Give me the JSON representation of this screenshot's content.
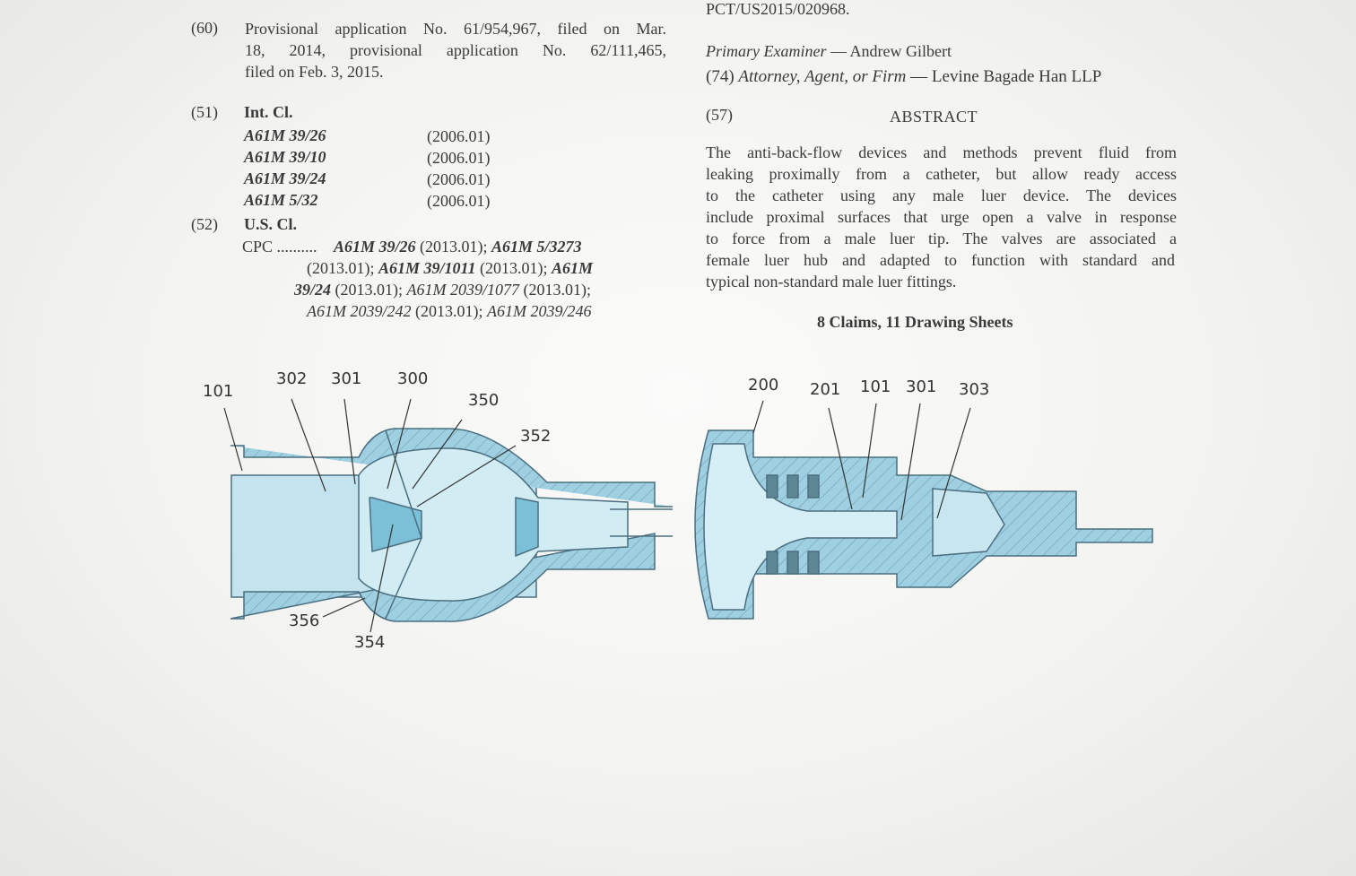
{
  "left_column": {
    "provisional": {
      "code": "(60)",
      "lines": [
        "Provisional application No. 61/954,967, filed on Mar.",
        "18, 2014, provisional application No. 62/111,465,",
        "filed on Feb. 3, 2015."
      ]
    },
    "int_cl": {
      "code": "(51)",
      "heading": "Int. Cl.",
      "entries": [
        {
          "class": "A61M 39/26",
          "version": "(2006.01)"
        },
        {
          "class": "A61M 39/10",
          "version": "(2006.01)"
        },
        {
          "class": "A61M 39/24",
          "version": "(2006.01)"
        },
        {
          "class": "A61M 5/32",
          "version": "(2006.01)"
        }
      ]
    },
    "us_cl": {
      "code": "(52)",
      "heading": "U.S. Cl.",
      "cpc_label": "CPC ..........",
      "cpc": [
        {
          "class": "A61M 39/26",
          "version": "(2013.01);"
        },
        {
          "class": "A61M 5/3273",
          "version": "(2013.01);"
        },
        {
          "class": "A61M 39/1011",
          "version": "(2013.01);"
        },
        {
          "class": "A61M 39/24",
          "version": "(2013.01);"
        },
        {
          "class": "A61M 2039/1077",
          "version": "(2013.01);"
        },
        {
          "class": "A61M 2039/242",
          "version": "(2013.01);"
        },
        {
          "class": "A61M 2039/246",
          "version": ""
        }
      ]
    }
  },
  "right_column": {
    "pct": "PCT/US2015/020968.",
    "examiner_label": "Primary Examiner",
    "examiner": "— Andrew Gilbert",
    "attorney_code": "(74)",
    "attorney_label": "Attorney, Agent, or Firm",
    "attorney": "— Levine Bagade Han LLP",
    "abstract_code": "(57)",
    "abstract_heading": "ABSTRACT",
    "abstract_lines": [
      "The anti-back-flow devices and methods prevent fluid from",
      "leaking proximally from a catheter, but allow ready access",
      "to the catheter using any male luer device. The devices",
      "include proximal surfaces that urge open a valve in response",
      "to force from a male luer tip. The valves are associated a",
      "female luer hub and adapted to function with standard and",
      "typical non-standard male luer fittings."
    ],
    "claims": "8 Claims, 11 Drawing Sheets"
  },
  "figures": {
    "left_labels": [
      "101",
      "302",
      "301",
      "300",
      "350",
      "352",
      "356",
      "354"
    ],
    "right_labels": [
      "200",
      "201",
      "101",
      "301",
      "303"
    ],
    "fill_color": "#a9d6e5",
    "line_color": "#4b6f80"
  }
}
